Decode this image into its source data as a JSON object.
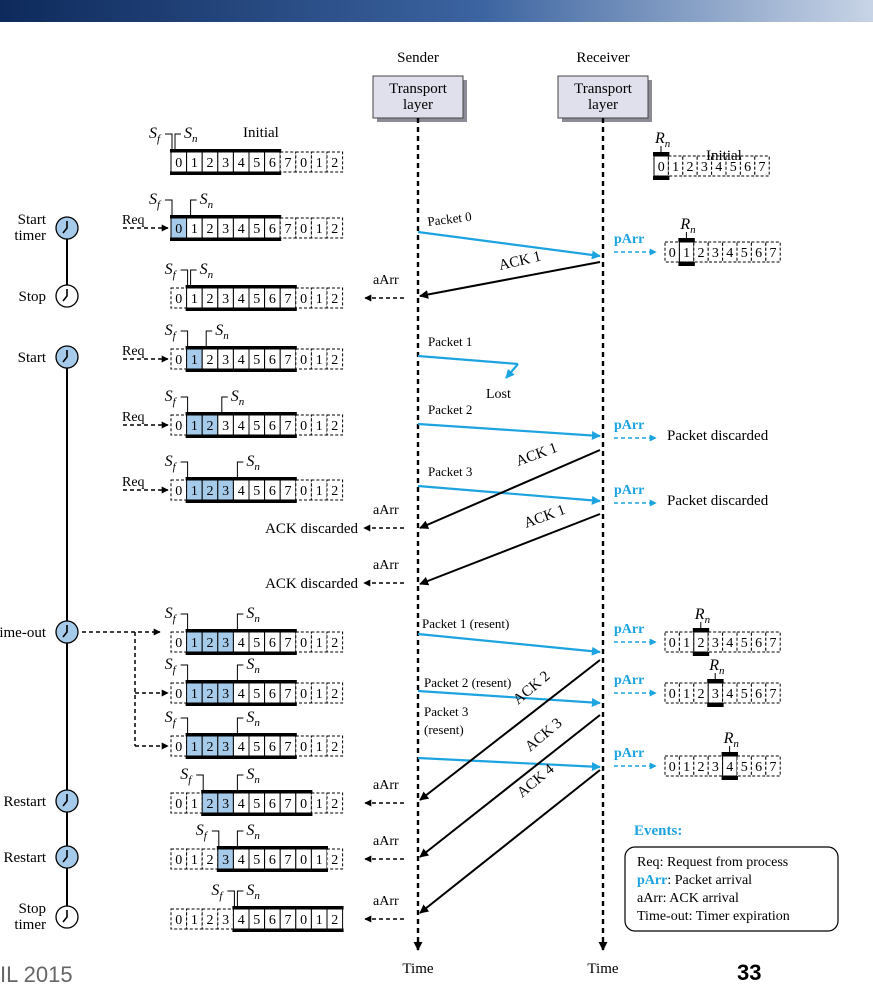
{
  "colors": {
    "accent": "#1ca3e0",
    "window_fill": "#a6cbea",
    "box_fill": "#e0e0ec",
    "topbar_dark": "#15356a"
  },
  "sender": {
    "role": "Sender",
    "layer": [
      "Transport",
      "layer"
    ]
  },
  "receiver": {
    "role": "Receiver",
    "layer": [
      "Transport",
      "layer"
    ]
  },
  "time_label": "Time",
  "sender_windows": [
    {
      "seq": [
        "0",
        "1",
        "2",
        "3",
        "4",
        "5",
        "6",
        "7",
        "0",
        "1",
        "2"
      ],
      "label": "Initial",
      "event": ""
    },
    {
      "seq": [
        "0",
        "1",
        "2",
        "3",
        "4",
        "5",
        "6",
        "7",
        "0",
        "1",
        "2"
      ],
      "label": "",
      "event": "Req"
    },
    {
      "seq": [
        "0",
        "1",
        "2",
        "3",
        "4",
        "5",
        "6",
        "7",
        "0",
        "1",
        "2"
      ],
      "label": "",
      "event": "aArr"
    },
    {
      "seq": [
        "0",
        "1",
        "2",
        "3",
        "4",
        "5",
        "6",
        "7",
        "0",
        "1",
        "2"
      ],
      "label": "",
      "event": "Req"
    },
    {
      "seq": [
        "0",
        "1",
        "2",
        "3",
        "4",
        "5",
        "6",
        "7",
        "0",
        "1",
        "2"
      ],
      "label": "",
      "event": "Req"
    },
    {
      "seq": [
        "0",
        "1",
        "2",
        "3",
        "4",
        "5",
        "6",
        "7",
        "0",
        "1",
        "2"
      ],
      "label": "",
      "event": "Req"
    },
    {
      "seq": [
        "0",
        "1",
        "2",
        "3",
        "4",
        "5",
        "6",
        "7",
        "0",
        "1",
        "2"
      ],
      "label": "",
      "event": ""
    },
    {
      "seq": [
        "0",
        "1",
        "2",
        "3",
        "4",
        "5",
        "6",
        "7",
        "0",
        "1",
        "2"
      ],
      "label": "",
      "event": ""
    },
    {
      "seq": [
        "0",
        "1",
        "2",
        "3",
        "4",
        "5",
        "6",
        "7",
        "0",
        "1",
        "2"
      ],
      "label": "",
      "event": ""
    },
    {
      "seq": [
        "0",
        "1",
        "2",
        "3",
        "4",
        "5",
        "6",
        "7",
        "0",
        "1",
        "2"
      ],
      "label": "",
      "event": "aArr"
    },
    {
      "seq": [
        "0",
        "1",
        "2",
        "3",
        "4",
        "5",
        "6",
        "7",
        "0",
        "1",
        "2"
      ],
      "label": "",
      "event": "aArr"
    },
    {
      "seq": [
        "0",
        "1",
        "2",
        "3",
        "4",
        "5",
        "6",
        "7",
        "0",
        "1",
        "2"
      ],
      "label": "",
      "event": "aArr"
    }
  ],
  "receiver_windows": [
    {
      "seq": [
        "0",
        "1",
        "2",
        "3",
        "4",
        "5",
        "6",
        "7"
      ],
      "label": "Initial"
    },
    {
      "seq": [
        "0",
        "1",
        "2",
        "3",
        "4",
        "5",
        "6",
        "7"
      ],
      "label": ""
    },
    {
      "seq": [
        "0",
        "1",
        "2",
        "3",
        "4",
        "5",
        "6",
        "7"
      ],
      "label": ""
    },
    {
      "seq": [
        "0",
        "1",
        "2",
        "3",
        "4",
        "5",
        "6",
        "7"
      ],
      "label": ""
    },
    {
      "seq": [
        "0",
        "1",
        "2",
        "3",
        "4",
        "5",
        "6",
        "7"
      ],
      "label": ""
    }
  ],
  "pointer_labels": {
    "sf": "S",
    "sf_sub": "f",
    "sn": "S",
    "sn_sub": "n",
    "rn": "R",
    "rn_sub": "n"
  },
  "timer_events": [
    "Start timer",
    "Stop",
    "Start",
    "Time-out",
    "Restart",
    "Restart",
    "Stop timer"
  ],
  "timer_event_lines": [
    [
      "Start",
      "timer"
    ],
    [
      "Stop"
    ],
    [
      "Start"
    ],
    [
      "Time-out"
    ],
    [
      "Restart"
    ],
    [
      "Restart"
    ],
    [
      "Stop",
      "timer"
    ]
  ],
  "packets": [
    "Packet 0",
    "Packet 1",
    "Packet 2",
    "Packet 3",
    "Packet 1 (resent)",
    "Packet 2 (resent)",
    "Packet 3 (resent)"
  ],
  "packet_lines": [
    [
      "Packet 0"
    ],
    [
      "Packet 1"
    ],
    [
      "Packet 2"
    ],
    [
      "Packet 3"
    ],
    [
      "Packet 1 (resent)"
    ],
    [
      "Packet 2 (resent)"
    ],
    [
      "Packet 3",
      "(resent)"
    ]
  ],
  "acks": [
    "ACK 1",
    "ACK 1",
    "ACK 1",
    "ACK 2",
    "ACK 3",
    "ACK 4"
  ],
  "lost": "Lost",
  "parr": "pArr",
  "aarr": "aArr",
  "packet_discarded": "Packet discarded",
  "ack_discarded": "ACK discarded",
  "events_legend": {
    "title": "Events:",
    "items": [
      {
        "key": "Req",
        "text": ": Request from process"
      },
      {
        "key": "pArr",
        "text": ": Packet arrival"
      },
      {
        "key": "aArr",
        "text": ": ACK arrival"
      },
      {
        "key": "Time-out",
        "text": ": Timer expiration"
      }
    ]
  },
  "footer": {
    "left": "IL 2015",
    "page": "33"
  }
}
